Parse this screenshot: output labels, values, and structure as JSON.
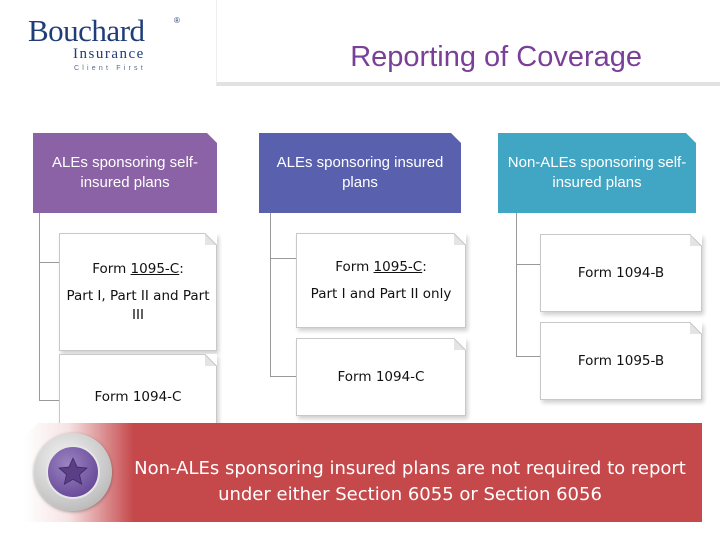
{
  "logo": {
    "name": "Bouchard",
    "registered": "®",
    "sub": "Insurance",
    "tagline": "Client First"
  },
  "title": "Reporting of Coverage",
  "columns": [
    {
      "header": "ALEs sponsoring self-insured plans",
      "color": "#8b62a6",
      "forms": [
        {
          "name_prefix": "Form ",
          "name_link": "1095-C",
          "name_suffix": ":",
          "detail": "Part I, Part II and Part III"
        },
        {
          "name_prefix": "Form 1094-C",
          "name_link": "",
          "name_suffix": "",
          "detail": ""
        }
      ]
    },
    {
      "header": "ALEs sponsoring insured plans",
      "color": "#5960ae",
      "forms": [
        {
          "name_prefix": "Form ",
          "name_link": "1095-C",
          "name_suffix": ":",
          "detail": "Part I and Part II only"
        },
        {
          "name_prefix": "Form 1094-C",
          "name_link": "",
          "name_suffix": "",
          "detail": ""
        }
      ]
    },
    {
      "header": "Non-ALEs sponsoring self-insured plans",
      "color": "#41a6c4",
      "forms": [
        {
          "name_prefix": "Form 1094-B",
          "name_link": "",
          "name_suffix": "",
          "detail": ""
        },
        {
          "name_prefix": "Form 1095-B",
          "name_link": "",
          "name_suffix": "",
          "detail": ""
        }
      ]
    }
  ],
  "banner": {
    "text": "Non-ALEs sponsoring insured plans are not required to report under either Section 6055 or Section 6056",
    "color": "#c5484b",
    "icon": "star-icon"
  }
}
